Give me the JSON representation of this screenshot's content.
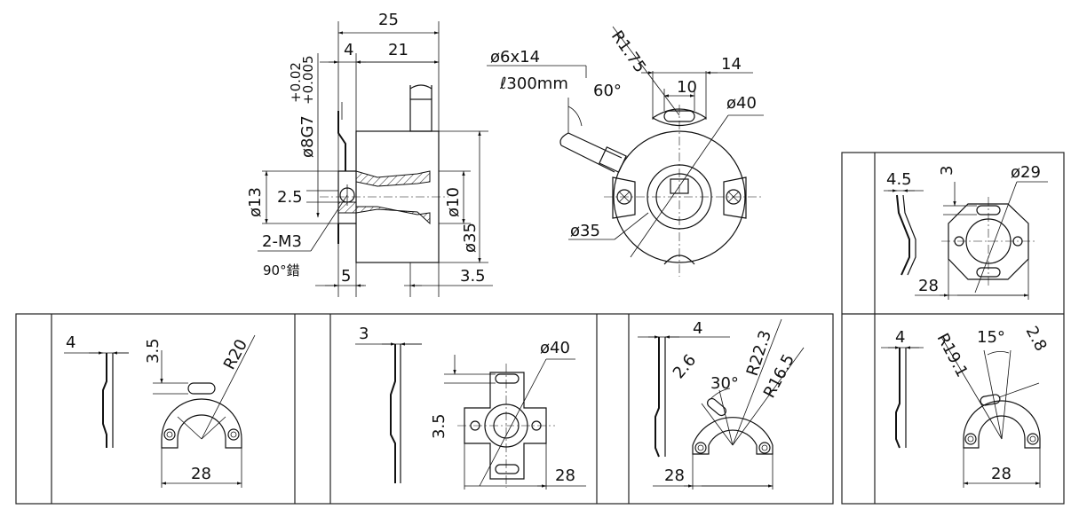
{
  "side_view": {
    "dim_overall_length": "25",
    "dim_flange_thickness": "4",
    "dim_body_length": "21",
    "dim_bore_tolerance": "ø8G7(+0.02/+0.005)",
    "dim_bore_tol_upper": "+0.02",
    "dim_bore_tol_lower": "+0.005",
    "dim_bore_main": "ø8G7",
    "dim_hub_diameter": "ø13",
    "dim_offset": "2.5",
    "dim_shaft_diameter": "ø10",
    "dim_body_diameter": "ø35",
    "dim_thread": "2-M3",
    "dim_thread_angle": "90°錯",
    "dim_flange_offset": "5",
    "dim_end_offset": "3.5"
  },
  "front_view": {
    "dim_cable": "ø6x14",
    "dim_cable_length": "ℓ300mm",
    "dim_cable_angle": "60°",
    "dim_slot_radius": "R1.75",
    "dim_slot_span": "14",
    "dim_slot_width": "10",
    "dim_outer_diameter": "ø40",
    "dim_inner_diameter": "ø35"
  },
  "panel_1": {
    "dim_thickness": "4",
    "dim_slot": "3.5",
    "dim_radius": "R20",
    "dim_span": "28"
  },
  "panel_2": {
    "dim_thickness": "3",
    "dim_diameter": "ø40",
    "dim_slot": "3.5",
    "dim_span": "28"
  },
  "panel_3": {
    "dim_thickness": "4",
    "dim_slot": "2.6",
    "dim_angle": "30°",
    "dim_outer_radius": "R22.3",
    "dim_inner_radius": "R16.5",
    "dim_span": "28"
  },
  "panel_4": {
    "dim_thickness": "4.5",
    "dim_slot": "3",
    "dim_diameter": "ø29",
    "dim_span": "28"
  },
  "panel_5": {
    "dim_thickness": "4",
    "dim_radius": "R19.1",
    "dim_angle": "15°",
    "dim_slot": "2.8",
    "dim_span": "28"
  }
}
